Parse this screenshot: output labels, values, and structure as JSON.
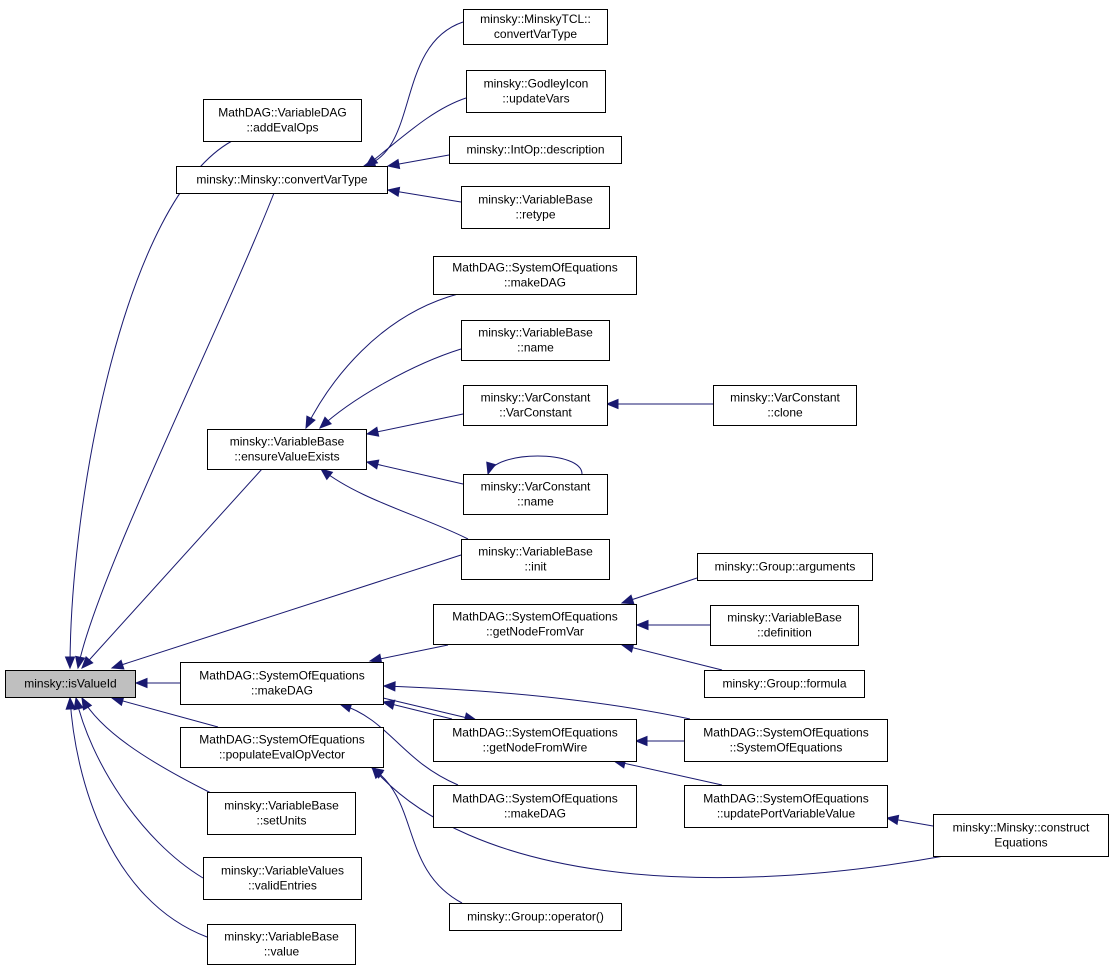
{
  "colors": {
    "edge": "#191970",
    "root_fill": "#bfbfbf",
    "node_fill": "#ffffff",
    "node_stroke": "#000000"
  },
  "nodes": [
    {
      "id": "isValueId",
      "lines": [
        "minsky::isValueId"
      ],
      "root": true
    },
    {
      "id": "addEvalOps",
      "lines": [
        "MathDAG::VariableDAG",
        "::addEvalOps"
      ]
    },
    {
      "id": "convertVarType",
      "lines": [
        "minsky::Minsky::convertVarType"
      ]
    },
    {
      "id": "tclConvertVarType",
      "lines": [
        "minsky::MinskyTCL::",
        "convertVarType"
      ]
    },
    {
      "id": "godleyUpdateVars",
      "lines": [
        "minsky::GodleyIcon",
        "::updateVars"
      ]
    },
    {
      "id": "intOpDescription",
      "lines": [
        "minsky::IntOp::description"
      ]
    },
    {
      "id": "retype",
      "lines": [
        "minsky::VariableBase",
        "::retype"
      ]
    },
    {
      "id": "soeMakeDAG1",
      "lines": [
        "MathDAG::SystemOfEquations",
        "::makeDAG"
      ]
    },
    {
      "id": "vbName",
      "lines": [
        "minsky::VariableBase",
        "::name"
      ]
    },
    {
      "id": "vcVarConstant",
      "lines": [
        "minsky::VarConstant",
        "::VarConstant"
      ]
    },
    {
      "id": "vcClone",
      "lines": [
        "minsky::VarConstant",
        "::clone"
      ]
    },
    {
      "id": "ensureValueExists",
      "lines": [
        "minsky::VariableBase",
        "::ensureValueExists"
      ]
    },
    {
      "id": "vcName",
      "lines": [
        "minsky::VarConstant",
        "::name"
      ]
    },
    {
      "id": "vbInit",
      "lines": [
        "minsky::VariableBase",
        "::init"
      ]
    },
    {
      "id": "groupArguments",
      "lines": [
        "minsky::Group::arguments"
      ]
    },
    {
      "id": "getNodeFromVar",
      "lines": [
        "MathDAG::SystemOfEquations",
        "::getNodeFromVar"
      ]
    },
    {
      "id": "vbDefinition",
      "lines": [
        "minsky::VariableBase",
        "::definition"
      ]
    },
    {
      "id": "groupFormula",
      "lines": [
        "minsky::Group::formula"
      ]
    },
    {
      "id": "soeMakeDAG2",
      "lines": [
        "MathDAG::SystemOfEquations",
        "::makeDAG"
      ]
    },
    {
      "id": "getNodeFromWire",
      "lines": [
        "MathDAG::SystemOfEquations",
        "::getNodeFromWire"
      ]
    },
    {
      "id": "soeCtor",
      "lines": [
        "MathDAG::SystemOfEquations",
        "::SystemOfEquations"
      ]
    },
    {
      "id": "populateEvalOpVector",
      "lines": [
        "MathDAG::SystemOfEquations",
        "::populateEvalOpVector"
      ]
    },
    {
      "id": "soeMakeDAG3",
      "lines": [
        "MathDAG::SystemOfEquations",
        "::makeDAG"
      ]
    },
    {
      "id": "updatePortVariableValue",
      "lines": [
        "MathDAG::SystemOfEquations",
        "::updatePortVariableValue"
      ]
    },
    {
      "id": "constructEquations",
      "lines": [
        "minsky::Minsky::construct",
        "Equations"
      ]
    },
    {
      "id": "setUnits",
      "lines": [
        "minsky::VariableBase",
        "::setUnits"
      ]
    },
    {
      "id": "validEntries",
      "lines": [
        "minsky::VariableValues",
        "::validEntries"
      ]
    },
    {
      "id": "groupOperator",
      "lines": [
        "minsky::Group::operator()"
      ]
    },
    {
      "id": "vbValue",
      "lines": [
        "minsky::VariableBase",
        "::value"
      ]
    }
  ],
  "edges": [
    {
      "from": "addEvalOps",
      "to": "isValueId"
    },
    {
      "from": "convertVarType",
      "to": "isValueId"
    },
    {
      "from": "tclConvertVarType",
      "to": "convertVarType"
    },
    {
      "from": "godleyUpdateVars",
      "to": "convertVarType"
    },
    {
      "from": "intOpDescription",
      "to": "convertVarType"
    },
    {
      "from": "retype",
      "to": "convertVarType"
    },
    {
      "from": "ensureValueExists",
      "to": "isValueId"
    },
    {
      "from": "soeMakeDAG1",
      "to": "ensureValueExists"
    },
    {
      "from": "vbName",
      "to": "ensureValueExists"
    },
    {
      "from": "vcVarConstant",
      "to": "ensureValueExists"
    },
    {
      "from": "vcClone",
      "to": "vcVarConstant"
    },
    {
      "from": "vcName",
      "to": "ensureValueExists"
    },
    {
      "from": "vcName",
      "to": "vcName"
    },
    {
      "from": "vbInit",
      "to": "ensureValueExists"
    },
    {
      "from": "vbInit",
      "to": "isValueId"
    },
    {
      "from": "soeMakeDAG2",
      "to": "isValueId"
    },
    {
      "from": "getNodeFromVar",
      "to": "soeMakeDAG2"
    },
    {
      "from": "groupArguments",
      "to": "getNodeFromVar"
    },
    {
      "from": "vbDefinition",
      "to": "getNodeFromVar"
    },
    {
      "from": "groupFormula",
      "to": "getNodeFromVar"
    },
    {
      "from": "getNodeFromWire",
      "to": "soeMakeDAG2"
    },
    {
      "from": "soeMakeDAG2",
      "to": "getNodeFromWire"
    },
    {
      "from": "soeCtor",
      "to": "soeMakeDAG2"
    },
    {
      "from": "soeMakeDAG3",
      "to": "soeMakeDAG2"
    },
    {
      "from": "soeCtor",
      "to": "getNodeFromWire"
    },
    {
      "from": "updatePortVariableValue",
      "to": "getNodeFromWire"
    },
    {
      "from": "constructEquations",
      "to": "updatePortVariableValue"
    },
    {
      "from": "populateEvalOpVector",
      "to": "isValueId"
    },
    {
      "from": "constructEquations",
      "to": "populateEvalOpVector"
    },
    {
      "from": "groupOperator",
      "to": "populateEvalOpVector"
    },
    {
      "from": "setUnits",
      "to": "isValueId"
    },
    {
      "from": "validEntries",
      "to": "isValueId"
    },
    {
      "from": "vbValue",
      "to": "isValueId"
    }
  ]
}
